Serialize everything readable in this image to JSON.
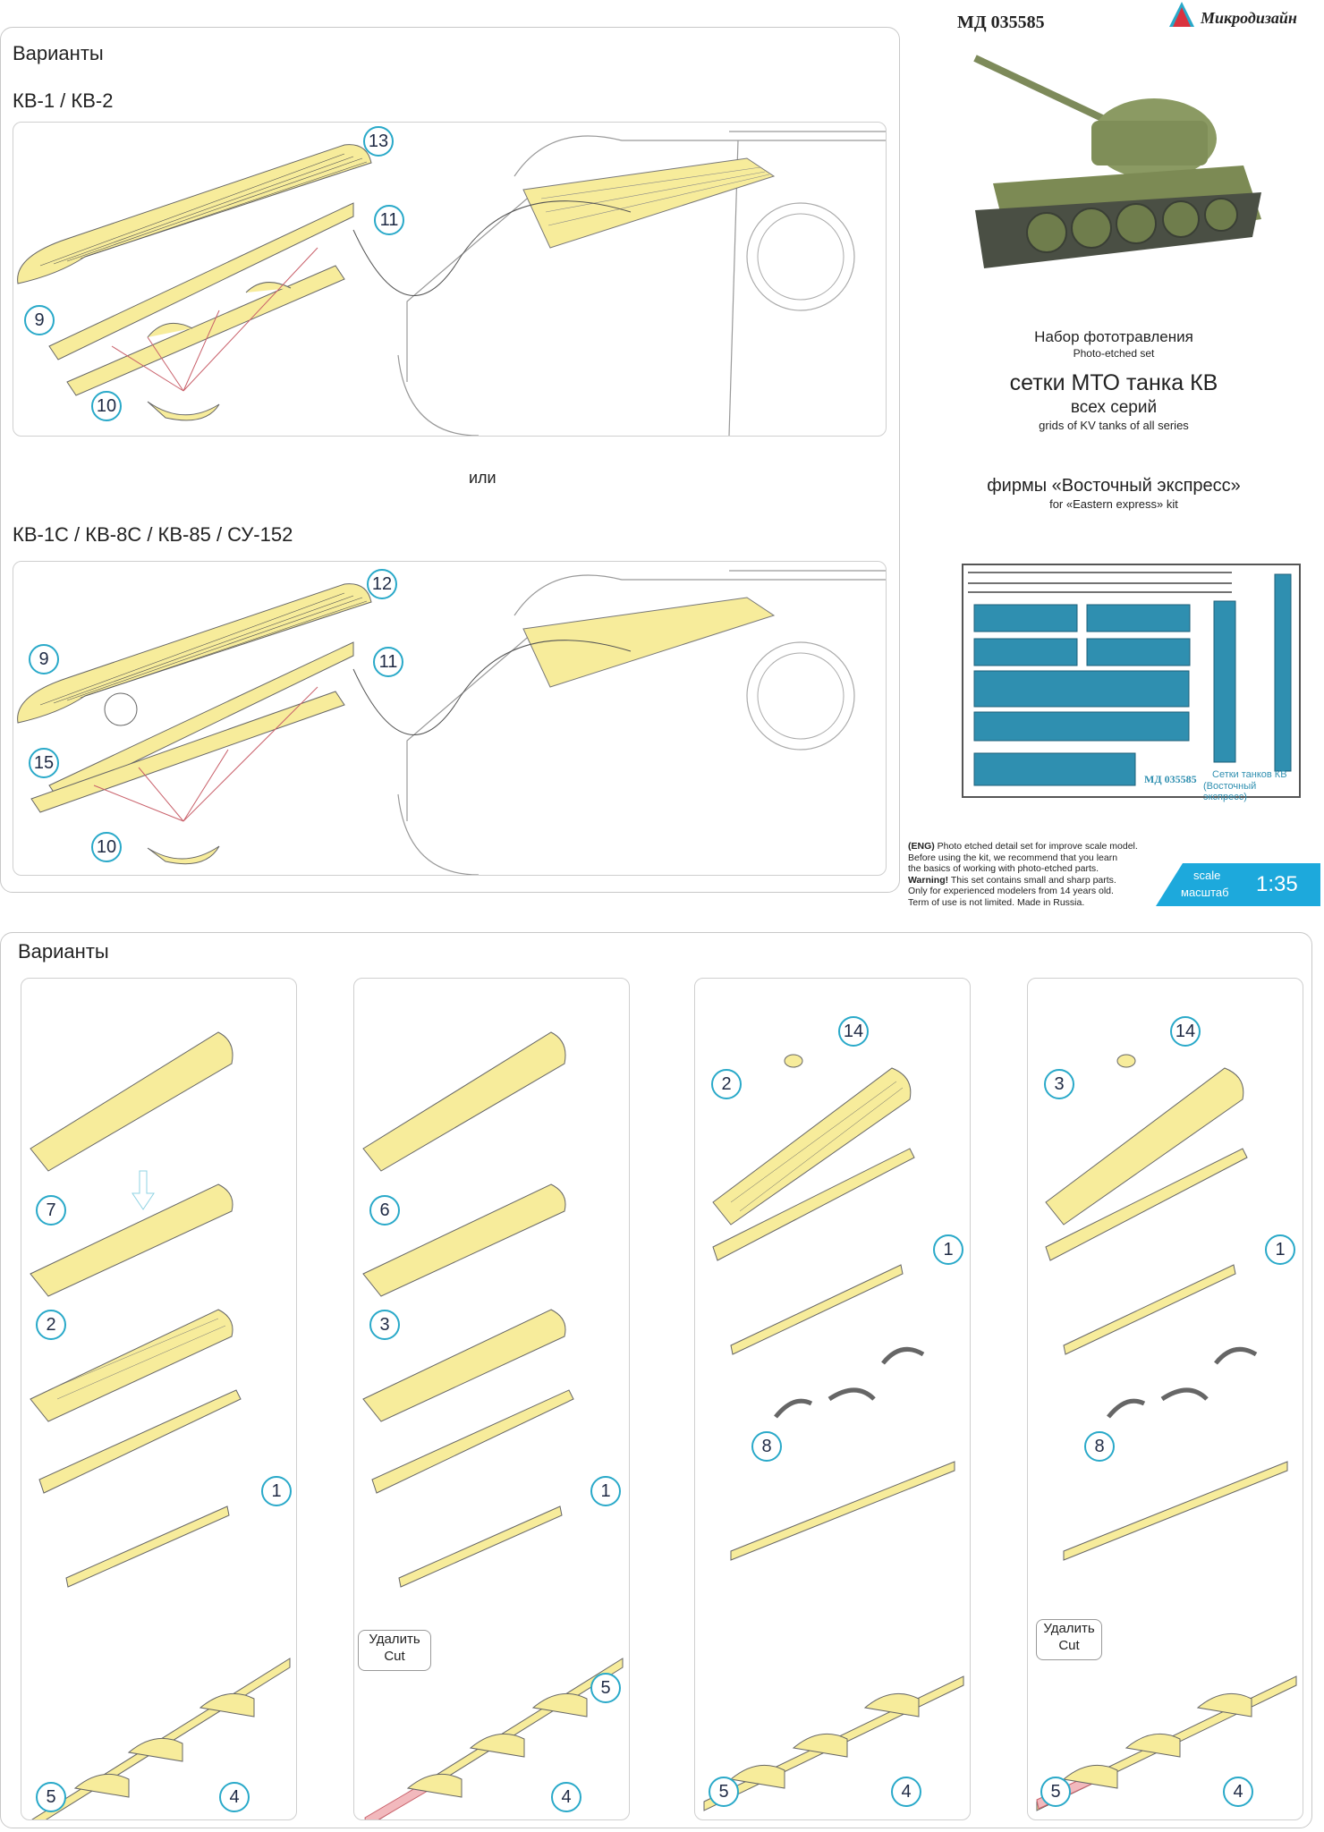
{
  "top_panel": {
    "title": "Варианты",
    "variant1_label": "КВ-1 / КВ-2",
    "or_label": "или",
    "variant2_label": "КВ-1С / КВ-8С / КВ-85 / СУ-152",
    "v1_callouts": [
      "13",
      "11",
      "9",
      "10"
    ],
    "v2_callouts": [
      "12",
      "9",
      "11",
      "15",
      "10"
    ]
  },
  "header": {
    "code": "МД 035585",
    "brand": "Микродизайн"
  },
  "info": {
    "set_ru": "Набор фототравления",
    "set_en": "Photo-etched set",
    "title_ru": "сетки МТО танка КВ",
    "series_ru": "всех серий",
    "series_en": "grids of KV tanks of all series",
    "firm_ru": "фирмы «Восточный экспресс»",
    "firm_en": "for «Eastern express» kit"
  },
  "fret": {
    "code": "МД 035585",
    "label_line1": "Сетки танков КВ",
    "label_line2": "(Восточный экспресс)"
  },
  "disclaimer": {
    "line1_bold": "(ENG)",
    "line1": " Photo etched detail set for improve scale model.",
    "line2": "Before using the kit, we recommend that you learn",
    "line3": "the basics of working with photo-etched parts.",
    "line4_bold": "Warning!",
    "line4": " This set contains small and sharp parts.",
    "line5": "Only for experienced modelers from 14 years old.",
    "line6": "Term of use is not limited. Made in Russia."
  },
  "scale": {
    "label_en": "scale",
    "label_ru": "масштаб",
    "value": "1:35"
  },
  "bottom_panel": {
    "title": "Варианты",
    "cut_ru": "Удалить",
    "cut_en": "Cut",
    "col1_callouts": [
      "7",
      "2",
      "1",
      "5",
      "4"
    ],
    "col2_callouts": [
      "6",
      "3",
      "1",
      "5",
      "4"
    ],
    "col3_callouts": [
      "14",
      "2",
      "1",
      "8",
      "5",
      "4"
    ],
    "col4_callouts": [
      "14",
      "3",
      "1",
      "8",
      "5",
      "4"
    ]
  },
  "colors": {
    "part_yellow": "#f7ec9b",
    "callout_ring": "#29a9c9",
    "scale_blue": "#1da9dc",
    "cut_pink": "#f2b9bd",
    "fret_blue": "#2f8fb0"
  }
}
